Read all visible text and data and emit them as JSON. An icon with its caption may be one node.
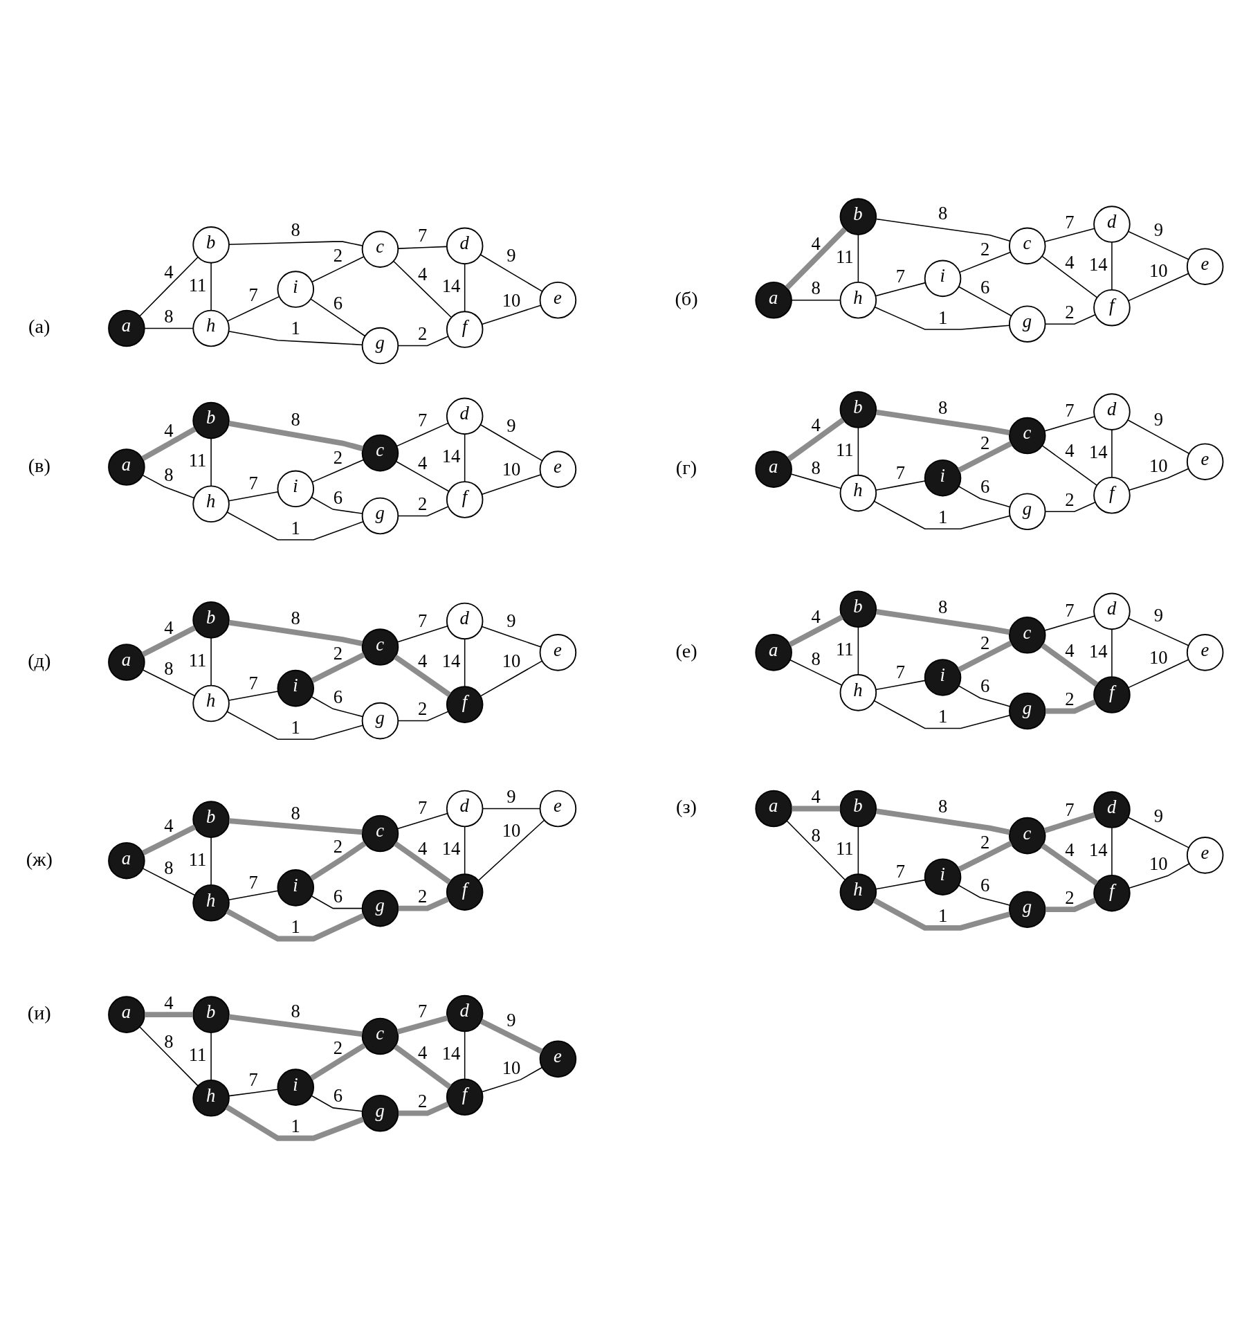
{
  "diagram": {
    "nodes": [
      {
        "text": [
          "b"
        ]
      },
      {
        "text": [
          "c"
        ]
      },
      {
        "text": [
          "d"
        ]
      },
      {
        "text": [
          "a"
        ]
      },
      {
        "text": [
          "i"
        ]
      },
      {
        "text": [
          "e"
        ]
      },
      {
        "text": [
          "h"
        ]
      },
      {
        "text": [
          "g"
        ]
      },
      {
        "text": [
          "f"
        ]
      },
      {
        "text": [
          "b"
        ]
      },
      {
        "text": [
          "c"
        ]
      },
      {
        "text": [
          "d"
        ]
      },
      {
        "text": [
          "a"
        ]
      },
      {
        "text": [
          "i"
        ]
      },
      {
        "text": [
          "e"
        ]
      },
      {
        "text": [
          "h"
        ]
      },
      {
        "text": [
          "g"
        ]
      },
      {
        "text": [
          "f"
        ]
      },
      {
        "text": [
          "b"
        ]
      },
      {
        "text": [
          "c"
        ]
      },
      {
        "text": [
          "d"
        ]
      },
      {
        "text": [
          "a"
        ]
      },
      {
        "text": [
          "i"
        ]
      },
      {
        "text": [
          "e"
        ]
      },
      {
        "text": [
          "h"
        ]
      },
      {
        "text": [
          "g"
        ]
      },
      {
        "text": [
          "f"
        ]
      },
      {
        "text": [
          "b"
        ]
      },
      {
        "text": [
          "c"
        ]
      },
      {
        "text": [
          "d"
        ]
      },
      {
        "text": [
          "a"
        ]
      },
      {
        "text": [
          "i"
        ]
      },
      {
        "text": [
          "e"
        ]
      },
      {
        "text": [
          "h"
        ]
      },
      {
        "text": [
          "g"
        ]
      },
      {
        "text": [
          "f"
        ]
      },
      {
        "text": [
          "b"
        ]
      },
      {
        "text": [
          "c"
        ]
      },
      {
        "text": [
          "d"
        ]
      },
      {
        "text": [
          "a"
        ]
      },
      {
        "text": [
          "i"
        ]
      },
      {
        "text": [
          "e"
        ]
      },
      {
        "text": [
          "h"
        ]
      },
      {
        "text": [
          "g"
        ]
      },
      {
        "text": [
          "f"
        ]
      },
      {
        "text": [
          "b"
        ]
      },
      {
        "text": [
          "c"
        ]
      },
      {
        "text": [
          "d"
        ]
      },
      {
        "text": [
          "a"
        ]
      },
      {
        "text": [
          "i"
        ]
      },
      {
        "text": [
          "e"
        ]
      },
      {
        "text": [
          "h"
        ]
      },
      {
        "text": [
          "g"
        ]
      },
      {
        "text": [
          "f"
        ]
      },
      {
        "text": [
          "b"
        ]
      },
      {
        "text": [
          "c"
        ]
      },
      {
        "text": [
          "d"
        ]
      },
      {
        "text": [
          "a"
        ]
      },
      {
        "text": [
          "i"
        ]
      },
      {
        "text": [
          "e"
        ]
      },
      {
        "text": [
          "h"
        ]
      },
      {
        "text": [
          "g"
        ]
      },
      {
        "text": [
          "f"
        ]
      },
      {
        "text": [
          "b"
        ]
      },
      {
        "text": [
          "c"
        ]
      },
      {
        "text": [
          "d"
        ]
      },
      {
        "text": [
          "a"
        ]
      },
      {
        "text": [
          "i"
        ]
      },
      {
        "text": [
          "e"
        ]
      },
      {
        "text": [
          "h"
        ]
      },
      {
        "text": [
          "g"
        ]
      },
      {
        "text": [
          "f"
        ]
      },
      {
        "text": [
          "b"
        ]
      },
      {
        "text": [
          "c"
        ]
      },
      {
        "text": [
          "d"
        ]
      },
      {
        "text": [
          "a"
        ]
      },
      {
        "text": [
          "i"
        ]
      },
      {
        "text": [
          "e"
        ]
      },
      {
        "text": [
          "h"
        ]
      },
      {
        "text": [
          "g"
        ]
      },
      {
        "text": [
          "f"
        ]
      }
    ],
    "edges": [
      {
        "from": 0,
        "to": 1,
        "label": "8",
        "arrow": "none"
      },
      {
        "from": 1,
        "to": 2,
        "label": "7",
        "arrow": "none"
      },
      {
        "from": 3,
        "to": 0,
        "label": "4",
        "arrow": "none"
      },
      {
        "from": 2,
        "to": 5,
        "label": "9",
        "arrow": "none"
      },
      {
        "from": 4,
        "to": 1,
        "label": "2",
        "arrow": "none"
      },
      {
        "from": 0,
        "to": 6,
        "label": "11",
        "arrow": "none"
      },
      {
        "from": 1,
        "to": 8,
        "label": "4",
        "arrow": "none"
      },
      {
        "from": 2,
        "to": 8,
        "label": "14",
        "arrow": "none"
      },
      {
        "from": 6,
        "to": 4,
        "label": "7",
        "arrow": "none"
      },
      {
        "from": 4,
        "to": 7,
        "label": "6",
        "arrow": "none"
      },
      {
        "from": 3,
        "to": 6,
        "label": "8",
        "arrow": "none"
      },
      {
        "from": 8,
        "to": 5,
        "label": "10",
        "arrow": "none"
      },
      {
        "from": 6,
        "to": 7,
        "label": "1",
        "arrow": "none"
      },
      {
        "from": 7,
        "to": 8,
        "label": "2",
        "arrow": "none"
      },
      {
        "from": 9,
        "to": 10,
        "label": "8",
        "arrow": "none"
      },
      {
        "from": 10,
        "to": 11,
        "label": "7",
        "arrow": "none"
      },
      {
        "from": 12,
        "to": 9,
        "label": "4",
        "arrow": "none",
        "style": "thick",
        "color": "#8c8c8c"
      },
      {
        "from": 11,
        "to": 14,
        "label": "9",
        "arrow": "none"
      },
      {
        "from": 13,
        "to": 10,
        "label": "2",
        "arrow": "none"
      },
      {
        "from": 9,
        "to": 15,
        "label": "11",
        "arrow": "none"
      },
      {
        "from": 10,
        "to": 17,
        "label": "4",
        "arrow": "none"
      },
      {
        "from": 11,
        "to": 17,
        "label": "14",
        "arrow": "none"
      },
      {
        "from": 15,
        "to": 13,
        "label": "7",
        "arrow": "none"
      },
      {
        "from": 13,
        "to": 16,
        "label": "6",
        "arrow": "none"
      },
      {
        "from": 12,
        "to": 15,
        "label": "8",
        "arrow": "none"
      },
      {
        "from": 17,
        "to": 14,
        "label": "10",
        "arrow": "none"
      },
      {
        "from": 15,
        "to": 16,
        "label": "1",
        "arrow": "none"
      },
      {
        "from": 16,
        "to": 17,
        "label": "2",
        "arrow": "none"
      },
      {
        "from": 18,
        "to": 19,
        "label": "8",
        "arrow": "none",
        "style": "thick",
        "color": "#8c8c8c"
      },
      {
        "from": 19,
        "to": 20,
        "label": "7",
        "arrow": "none"
      },
      {
        "from": 21,
        "to": 18,
        "label": "4",
        "arrow": "none",
        "style": "thick",
        "color": "#8c8c8c"
      },
      {
        "from": 20,
        "to": 23,
        "label": "9",
        "arrow": "none"
      },
      {
        "from": 22,
        "to": 19,
        "label": "2",
        "arrow": "none"
      },
      {
        "from": 18,
        "to": 24,
        "label": "11",
        "arrow": "none"
      },
      {
        "from": 19,
        "to": 26,
        "label": "4",
        "arrow": "none"
      },
      {
        "from": 20,
        "to": 26,
        "label": "14",
        "arrow": "none"
      },
      {
        "from": 24,
        "to": 22,
        "label": "7",
        "arrow": "none"
      },
      {
        "from": 22,
        "to": 25,
        "label": "6",
        "arrow": "none"
      },
      {
        "from": 21,
        "to": 24,
        "label": "8",
        "arrow": "none"
      },
      {
        "from": 26,
        "to": 23,
        "label": "10",
        "arrow": "none"
      },
      {
        "from": 24,
        "to": 25,
        "label": "1",
        "arrow": "none"
      },
      {
        "from": 25,
        "to": 26,
        "label": "2",
        "arrow": "none"
      },
      {
        "from": 27,
        "to": 28,
        "label": "8",
        "arrow": "none",
        "style": "thick",
        "color": "#8c8c8c"
      },
      {
        "from": 28,
        "to": 29,
        "label": "7",
        "arrow": "none"
      },
      {
        "from": 30,
        "to": 27,
        "label": "4",
        "arrow": "none",
        "style": "thick",
        "color": "#8c8c8c"
      },
      {
        "from": 29,
        "to": 32,
        "label": "9",
        "arrow": "none"
      },
      {
        "from": 31,
        "to": 28,
        "label": "2",
        "arrow": "none",
        "style": "thick",
        "color": "#8c8c8c"
      },
      {
        "from": 27,
        "to": 33,
        "label": "11",
        "arrow": "none"
      },
      {
        "from": 28,
        "to": 35,
        "label": "4",
        "arrow": "none"
      },
      {
        "from": 29,
        "to": 35,
        "label": "14",
        "arrow": "none"
      },
      {
        "from": 33,
        "to": 31,
        "label": "7",
        "arrow": "none"
      },
      {
        "from": 31,
        "to": 34,
        "label": "6",
        "arrow": "none"
      },
      {
        "from": 30,
        "to": 33,
        "label": "8",
        "arrow": "none"
      },
      {
        "from": 35,
        "to": 32,
        "label": "10",
        "arrow": "none"
      },
      {
        "from": 33,
        "to": 34,
        "label": "1",
        "arrow": "none"
      },
      {
        "from": 34,
        "to": 35,
        "label": "2",
        "arrow": "none"
      },
      {
        "from": 36,
        "to": 37,
        "label": "8",
        "arrow": "none",
        "style": "thick",
        "color": "#8c8c8c"
      },
      {
        "from": 37,
        "to": 38,
        "label": "7",
        "arrow": "none"
      },
      {
        "from": 39,
        "to": 36,
        "label": "4",
        "arrow": "none",
        "style": "thick",
        "color": "#8c8c8c"
      },
      {
        "from": 38,
        "to": 41,
        "label": "9",
        "arrow": "none"
      },
      {
        "from": 40,
        "to": 37,
        "label": "2",
        "arrow": "none",
        "style": "thick",
        "color": "#8c8c8c"
      },
      {
        "from": 36,
        "to": 42,
        "label": "11",
        "arrow": "none"
      },
      {
        "from": 37,
        "to": 44,
        "label": "4",
        "arrow": "none",
        "style": "thick",
        "color": "#8c8c8c"
      },
      {
        "from": 38,
        "to": 44,
        "label": "14",
        "arrow": "none"
      },
      {
        "from": 42,
        "to": 40,
        "label": "7",
        "arrow": "none"
      },
      {
        "from": 40,
        "to": 43,
        "label": "6",
        "arrow": "none"
      },
      {
        "from": 39,
        "to": 42,
        "label": "8",
        "arrow": "none"
      },
      {
        "from": 44,
        "to": 41,
        "label": "10",
        "arrow": "none"
      },
      {
        "from": 42,
        "to": 43,
        "label": "1",
        "arrow": "none"
      },
      {
        "from": 43,
        "to": 44,
        "label": "2",
        "arrow": "none"
      },
      {
        "from": 45,
        "to": 46,
        "label": "8",
        "arrow": "none",
        "style": "thick",
        "color": "#8c8c8c"
      },
      {
        "from": 46,
        "to": 47,
        "label": "7",
        "arrow": "none"
      },
      {
        "from": 48,
        "to": 45,
        "label": "4",
        "arrow": "none",
        "style": "thick",
        "color": "#8c8c8c"
      },
      {
        "from": 47,
        "to": 50,
        "label": "9",
        "arrow": "none"
      },
      {
        "from": 49,
        "to": 46,
        "label": "2",
        "arrow": "none",
        "style": "thick",
        "color": "#8c8c8c"
      },
      {
        "from": 45,
        "to": 51,
        "label": "11",
        "arrow": "none"
      },
      {
        "from": 46,
        "to": 53,
        "label": "4",
        "arrow": "none",
        "style": "thick",
        "color": "#8c8c8c"
      },
      {
        "from": 47,
        "to": 53,
        "label": "14",
        "arrow": "none"
      },
      {
        "from": 51,
        "to": 49,
        "label": "7",
        "arrow": "none"
      },
      {
        "from": 49,
        "to": 52,
        "label": "6",
        "arrow": "none"
      },
      {
        "from": 48,
        "to": 51,
        "label": "8",
        "arrow": "none"
      },
      {
        "from": 53,
        "to": 50,
        "label": "10",
        "arrow": "none"
      },
      {
        "from": 51,
        "to": 52,
        "label": "1",
        "arrow": "none"
      },
      {
        "from": 52,
        "to": 53,
        "label": "2",
        "arrow": "none",
        "style": "thick",
        "color": "#8c8c8c"
      },
      {
        "from": 54,
        "to": 55,
        "label": "8",
        "arrow": "none",
        "style": "thick",
        "color": "#8c8c8c"
      },
      {
        "from": 55,
        "to": 56,
        "label": "7",
        "arrow": "none"
      },
      {
        "from": 57,
        "to": 54,
        "label": "4",
        "arrow": "none",
        "style": "thick",
        "color": "#8c8c8c"
      },
      {
        "from": 56,
        "to": 59,
        "label": "9",
        "arrow": "none"
      },
      {
        "from": 58,
        "to": 55,
        "label": "2",
        "arrow": "none",
        "style": "thick",
        "color": "#8c8c8c"
      },
      {
        "from": 54,
        "to": 60,
        "label": "11",
        "arrow": "none"
      },
      {
        "from": 55,
        "to": 62,
        "label": "4",
        "arrow": "none",
        "style": "thick",
        "color": "#8c8c8c"
      },
      {
        "from": 56,
        "to": 62,
        "label": "14",
        "arrow": "none"
      },
      {
        "from": 60,
        "to": 58,
        "label": "7",
        "arrow": "none"
      },
      {
        "from": 58,
        "to": 61,
        "label": "6",
        "arrow": "none"
      },
      {
        "from": 57,
        "to": 60,
        "label": "8",
        "arrow": "none"
      },
      {
        "from": 62,
        "to": 59,
        "label": "10",
        "arrow": "none"
      },
      {
        "from": 60,
        "to": 61,
        "label": "1",
        "arrow": "none",
        "style": "thick",
        "color": "#8c8c8c"
      },
      {
        "from": 61,
        "to": 62,
        "label": "2",
        "arrow": "none",
        "style": "thick",
        "color": "#8c8c8c"
      },
      {
        "from": 63,
        "to": 64,
        "label": "8",
        "arrow": "none",
        "style": "thick",
        "color": "#8c8c8c"
      },
      {
        "from": 64,
        "to": 65,
        "label": "7",
        "arrow": "none",
        "style": "thick",
        "color": "#8c8c8c"
      },
      {
        "from": 66,
        "to": 63,
        "label": "4",
        "arrow": "none",
        "style": "thick",
        "color": "#8c8c8c"
      },
      {
        "from": 65,
        "to": 68,
        "label": "9",
        "arrow": "none"
      },
      {
        "from": 67,
        "to": 64,
        "label": "2",
        "arrow": "none",
        "style": "thick",
        "color": "#8c8c8c"
      },
      {
        "from": 63,
        "to": 69,
        "label": "11",
        "arrow": "none"
      },
      {
        "from": 64,
        "to": 71,
        "label": "4",
        "arrow": "none",
        "style": "thick",
        "color": "#8c8c8c"
      },
      {
        "from": 65,
        "to": 71,
        "label": "14",
        "arrow": "none"
      },
      {
        "from": 69,
        "to": 67,
        "label": "7",
        "arrow": "none"
      },
      {
        "from": 67,
        "to": 70,
        "label": "6",
        "arrow": "none"
      },
      {
        "from": 66,
        "to": 69,
        "label": "8",
        "arrow": "none"
      },
      {
        "from": 71,
        "to": 68,
        "label": "10",
        "arrow": "none"
      },
      {
        "from": 69,
        "to": 70,
        "label": "1",
        "arrow": "none",
        "style": "thick",
        "color": "#8c8c8c"
      },
      {
        "from": 70,
        "to": 71,
        "label": "2",
        "arrow": "none",
        "style": "thick",
        "color": "#8c8c8c"
      },
      {
        "from": 72,
        "to": 73,
        "label": "8",
        "arrow": "none",
        "style": "thick",
        "color": "#8c8c8c"
      },
      {
        "from": 73,
        "to": 74,
        "label": "7",
        "arrow": "none",
        "style": "thick",
        "color": "#8c8c8c"
      },
      {
        "from": 75,
        "to": 72,
        "label": "4",
        "arrow": "none",
        "style": "thick",
        "color": "#8c8c8c"
      },
      {
        "from": 74,
        "to": 77,
        "label": "9",
        "arrow": "none",
        "style": "thick",
        "color": "#8c8c8c"
      },
      {
        "from": 76,
        "to": 73,
        "label": "2",
        "arrow": "none",
        "style": "thick",
        "color": "#8c8c8c"
      },
      {
        "from": 72,
        "to": 78,
        "label": "11",
        "arrow": "none"
      },
      {
        "from": 73,
        "to": 80,
        "label": "4",
        "arrow": "none",
        "style": "thick",
        "color": "#8c8c8c"
      },
      {
        "from": 74,
        "to": 80,
        "label": "14",
        "arrow": "none"
      },
      {
        "from": 78,
        "to": 76,
        "label": "7",
        "arrow": "none"
      },
      {
        "from": 76,
        "to": 79,
        "label": "6",
        "arrow": "none"
      },
      {
        "from": 75,
        "to": 78,
        "label": "8",
        "arrow": "none"
      },
      {
        "from": 80,
        "to": 77,
        "label": "10",
        "arrow": "none"
      },
      {
        "from": 78,
        "to": 79,
        "label": "1",
        "arrow": "none",
        "style": "thick",
        "color": "#8c8c8c"
      },
      {
        "from": 79,
        "to": 80,
        "label": "2",
        "arrow": "none",
        "style": "thick",
        "color": "#8c8c8c"
      }
    ],
    "labels": [
      "(а)",
      "(б)",
      "(в)",
      "(г)",
      "(д)",
      "(е)",
      "(ж)",
      "(з)",
      "(и)"
    ]
  }
}
